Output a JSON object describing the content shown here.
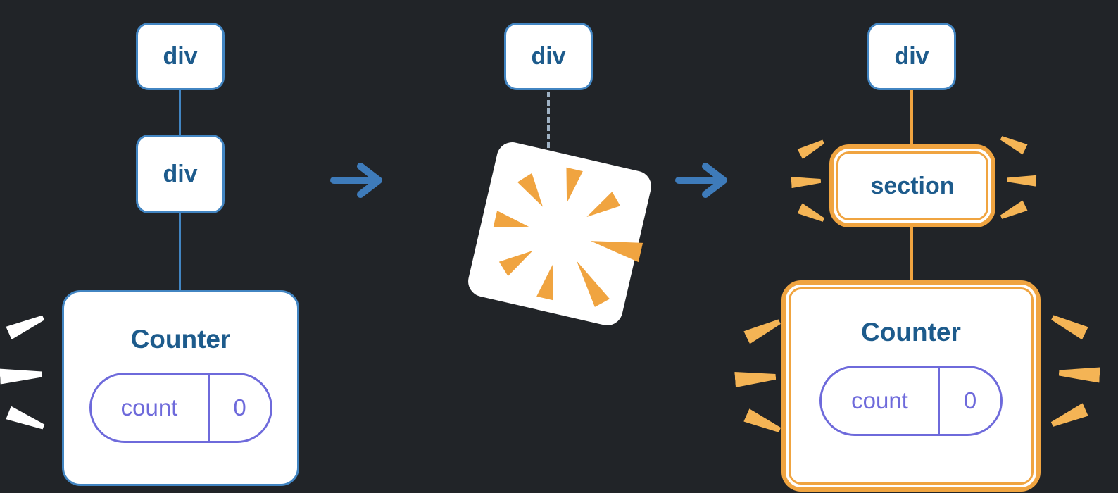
{
  "colors": {
    "blue": "#4285C2",
    "navy": "#1D5B8C",
    "purple": "#6E6ADB",
    "orange": "#F0A440",
    "spark": "#F4B455",
    "arrow": "#3E7BBA",
    "dash": "#9FB2C4",
    "background": "#212428",
    "node_bg": "#FFFFFF"
  },
  "stages": {
    "before": {
      "root_label": "div",
      "child_label": "div",
      "component": {
        "name": "Counter",
        "state_key": "count",
        "state_value": "0"
      }
    },
    "during": {
      "root_label": "div"
    },
    "after": {
      "root_label": "div",
      "child_label": "section",
      "component": {
        "name": "Counter",
        "state_key": "count",
        "state_value": "0"
      }
    }
  }
}
